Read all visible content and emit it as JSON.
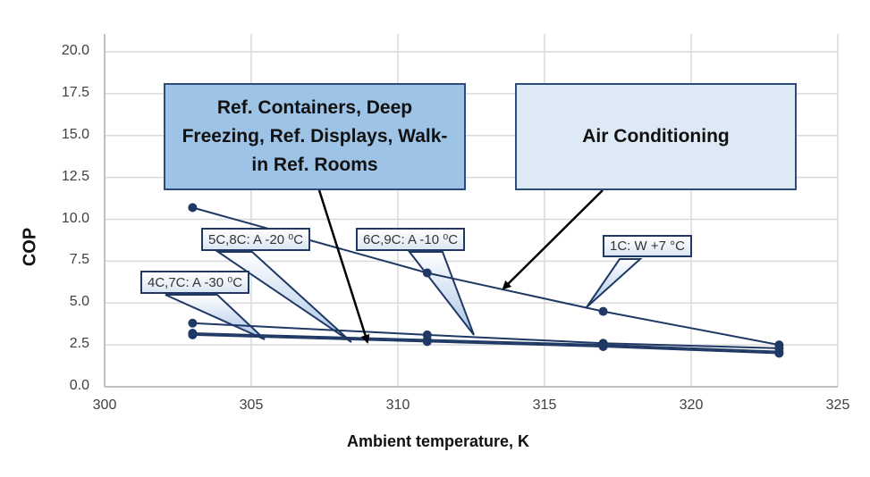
{
  "chart_data": {
    "type": "line",
    "title": "",
    "xlabel": "Ambient temperature, K",
    "ylabel": "COP",
    "xlim": [
      300,
      325
    ],
    "ylim": [
      0,
      20
    ],
    "x_ticks": [
      "300",
      "305",
      "310",
      "315",
      "320",
      "325"
    ],
    "y_ticks": [
      "0.0",
      "2.5",
      "5.0",
      "7.5",
      "10.0",
      "12.5",
      "15.0",
      "17.5",
      "20.0"
    ],
    "grid": true,
    "x": [
      303,
      311,
      317,
      323
    ],
    "series": [
      {
        "name": "1C: W +7 °C",
        "values": [
          10.7,
          6.8,
          4.5,
          2.5
        ]
      },
      {
        "name": "6C,9C: A -10 °C",
        "values": [
          3.8,
          3.1,
          2.6,
          2.3
        ]
      },
      {
        "name": "5C,8C: A -20 °C",
        "values": [
          3.2,
          2.8,
          2.5,
          2.1
        ]
      },
      {
        "name": "4C,7C: A -30 °C",
        "values": [
          3.1,
          2.7,
          2.4,
          2.0
        ]
      }
    ],
    "annotations": [
      {
        "text": "Ref. Containers, Deep Freezing, Ref. Displays, Walk-in Ref. Rooms",
        "type": "box"
      },
      {
        "text": "Air Conditioning",
        "type": "box"
      },
      {
        "text": "1C: W +7 °C",
        "type": "callout"
      },
      {
        "text": "6C,9C: A -10 °C",
        "type": "callout"
      },
      {
        "text": "5C,8C: A -20 °C",
        "type": "callout"
      },
      {
        "text": "4C,7C: A -30 °C",
        "type": "callout"
      }
    ]
  },
  "labels": {
    "box_ref": "Ref. Containers, Deep Freezing, Ref. Displays, Walk-in Ref. Rooms",
    "box_ac": "Air Conditioning",
    "callout_1c": "1C: W +7 °C",
    "callout_6c": "6C,9C: A -10 ⁰C",
    "callout_5c": "5C,8C: A -20 ⁰C",
    "callout_4c": "4C,7C: A -30 ⁰C"
  },
  "colors": {
    "series": "#1f3864",
    "grid": "#d9d9d9",
    "box_ref_fill": "#9dc3e6",
    "box_ac_fill": "#ddeaf6",
    "arrow": "#000000"
  }
}
